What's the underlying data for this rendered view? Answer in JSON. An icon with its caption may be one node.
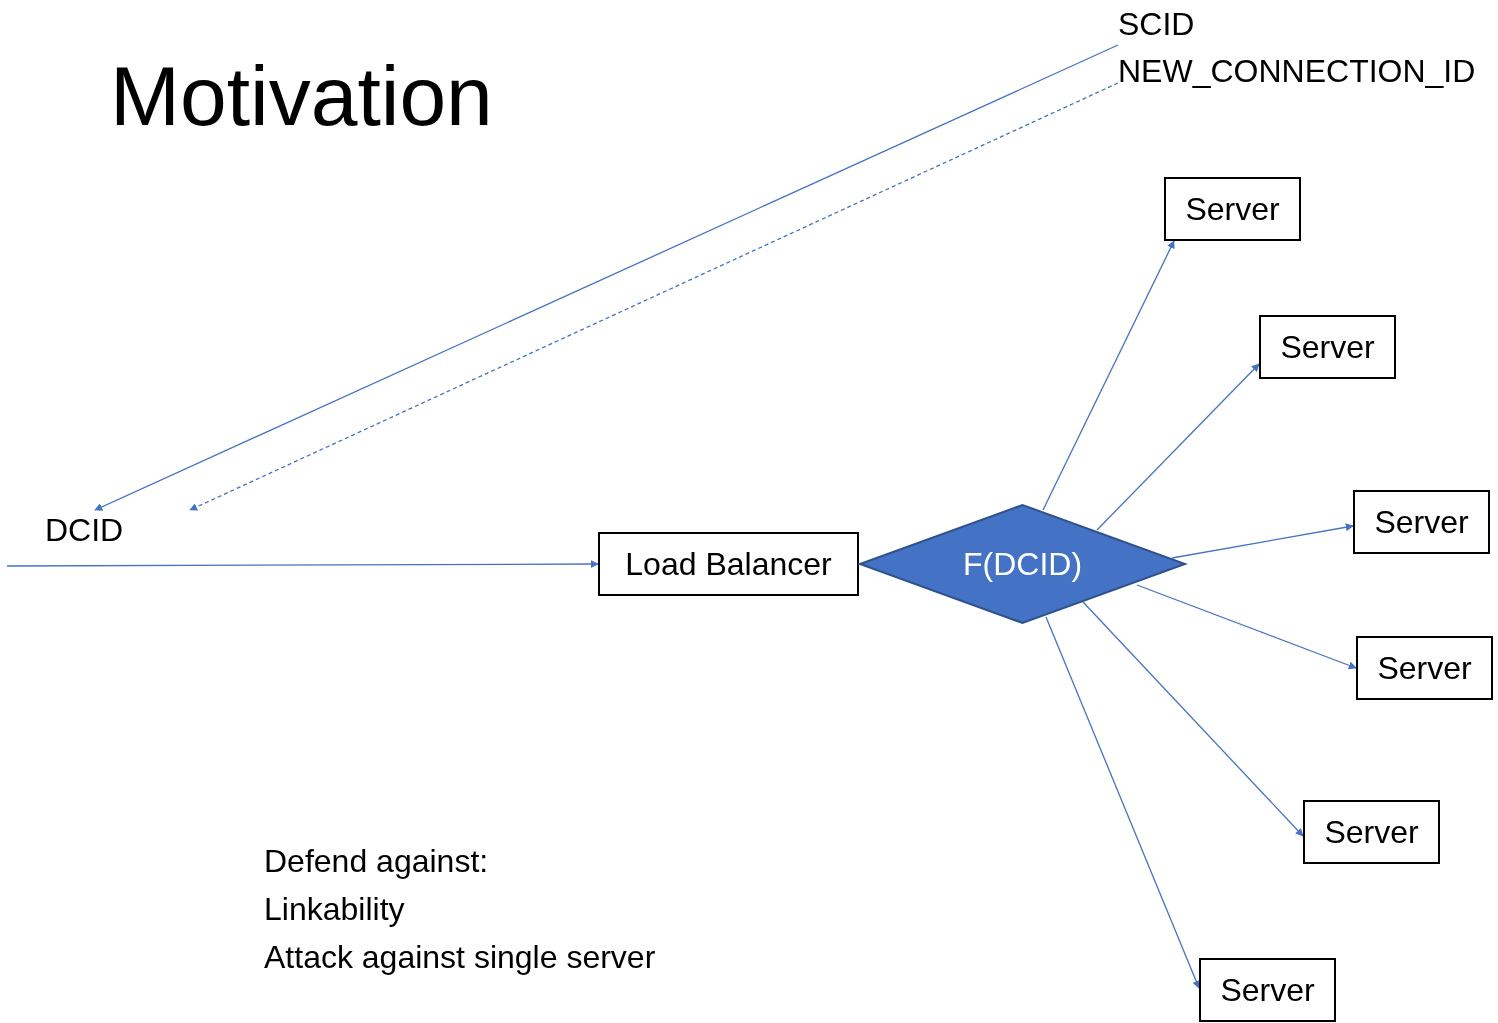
{
  "diagram": {
    "title": "Motivation",
    "nodes": [
      {
        "text": [
          "SCID"
        ]
      },
      {
        "text": [
          "NEW_CONNECTION_ID"
        ]
      },
      {
        "text": [
          "DCID"
        ]
      },
      {
        "text": [
          "Load Balancer"
        ]
      },
      {
        "text": [
          "F(DCID)"
        ]
      },
      {
        "text": [
          "Server"
        ]
      },
      {
        "text": [
          "Server"
        ]
      },
      {
        "text": [
          "Server"
        ]
      },
      {
        "text": [
          "Server"
        ]
      },
      {
        "text": [
          "Server"
        ]
      },
      {
        "text": [
          "Server"
        ]
      }
    ],
    "edges": [
      {
        "from": 0,
        "to": 2,
        "arrow": "to"
      },
      {
        "from": 1,
        "to": 2,
        "arrow": "to",
        "style": "dashed"
      },
      {
        "from": null,
        "to": 3,
        "arrow": "to"
      },
      {
        "from": 4,
        "to": 5,
        "arrow": "to"
      },
      {
        "from": 4,
        "to": 6,
        "arrow": "to"
      },
      {
        "from": 4,
        "to": 7,
        "arrow": "to"
      },
      {
        "from": 4,
        "to": 8,
        "arrow": "to"
      },
      {
        "from": 4,
        "to": 9,
        "arrow": "to"
      },
      {
        "from": 4,
        "to": 10,
        "arrow": "to"
      }
    ],
    "labels": [
      "Defend against:",
      "Linkability",
      "Attack against single server"
    ]
  }
}
